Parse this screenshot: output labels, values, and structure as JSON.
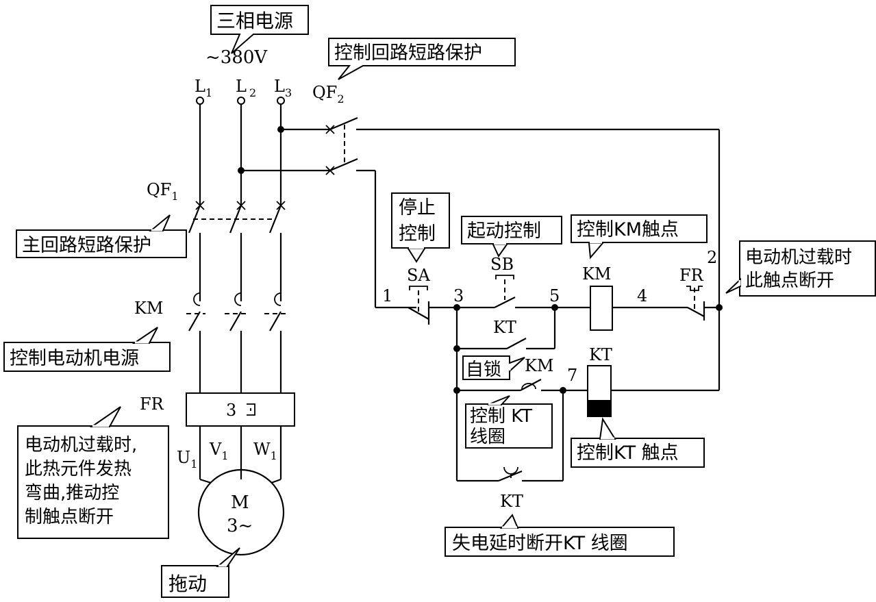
{
  "power": {
    "source_title": "三相电源",
    "voltage": "~380V",
    "phases": [
      {
        "main": "L",
        "sub": "1"
      },
      {
        "main": "L",
        "sub": "2"
      },
      {
        "main": "L",
        "sub": "3"
      }
    ]
  },
  "devices": {
    "qf1": {
      "main": "QF",
      "sub": "1"
    },
    "qf2": {
      "main": "QF",
      "sub": "2"
    },
    "km_main": "KM",
    "fr_main": "FR",
    "fr_heat_count": "3",
    "motor_u": {
      "main": "U",
      "sub": "1"
    },
    "motor_v": {
      "main": "V",
      "sub": "1"
    },
    "motor_w": {
      "main": "W",
      "sub": "1"
    },
    "motor_line1": "M",
    "motor_line2": "3~",
    "sa": "SA",
    "sb": "SB",
    "km_coil": "KM",
    "fr_contact": "FR",
    "kt_seal": "KT",
    "km_contact": "KM",
    "kt_coil": "KT",
    "kt_delay": "KT"
  },
  "nodes": {
    "n1": "1",
    "n2": "2",
    "n3": "3",
    "n4": "4",
    "n5": "5",
    "n7": "7"
  },
  "callouts": {
    "ctrl_sc": "控制回路短路保护",
    "main_sc": "主回路短路保护",
    "motor_power": "控制电动机电源",
    "fr_heat": [
      "电动机过载时,",
      "此热元件发热",
      "弯曲,推动控",
      "制触点断开"
    ],
    "drag": "拖动",
    "stop": [
      "停止",
      "控制"
    ],
    "start": "起动控制",
    "km_ctrl": "控制KM触点",
    "overload": [
      "电动机过载时",
      "此触点断开"
    ],
    "self_lock": "自锁",
    "kt_coil_ctrl": [
      "控制 KT",
      "线圈"
    ],
    "kt_contact_ctrl": "控制KT 触点",
    "kt_delay_off": "失电延时断开KT 线圈"
  }
}
